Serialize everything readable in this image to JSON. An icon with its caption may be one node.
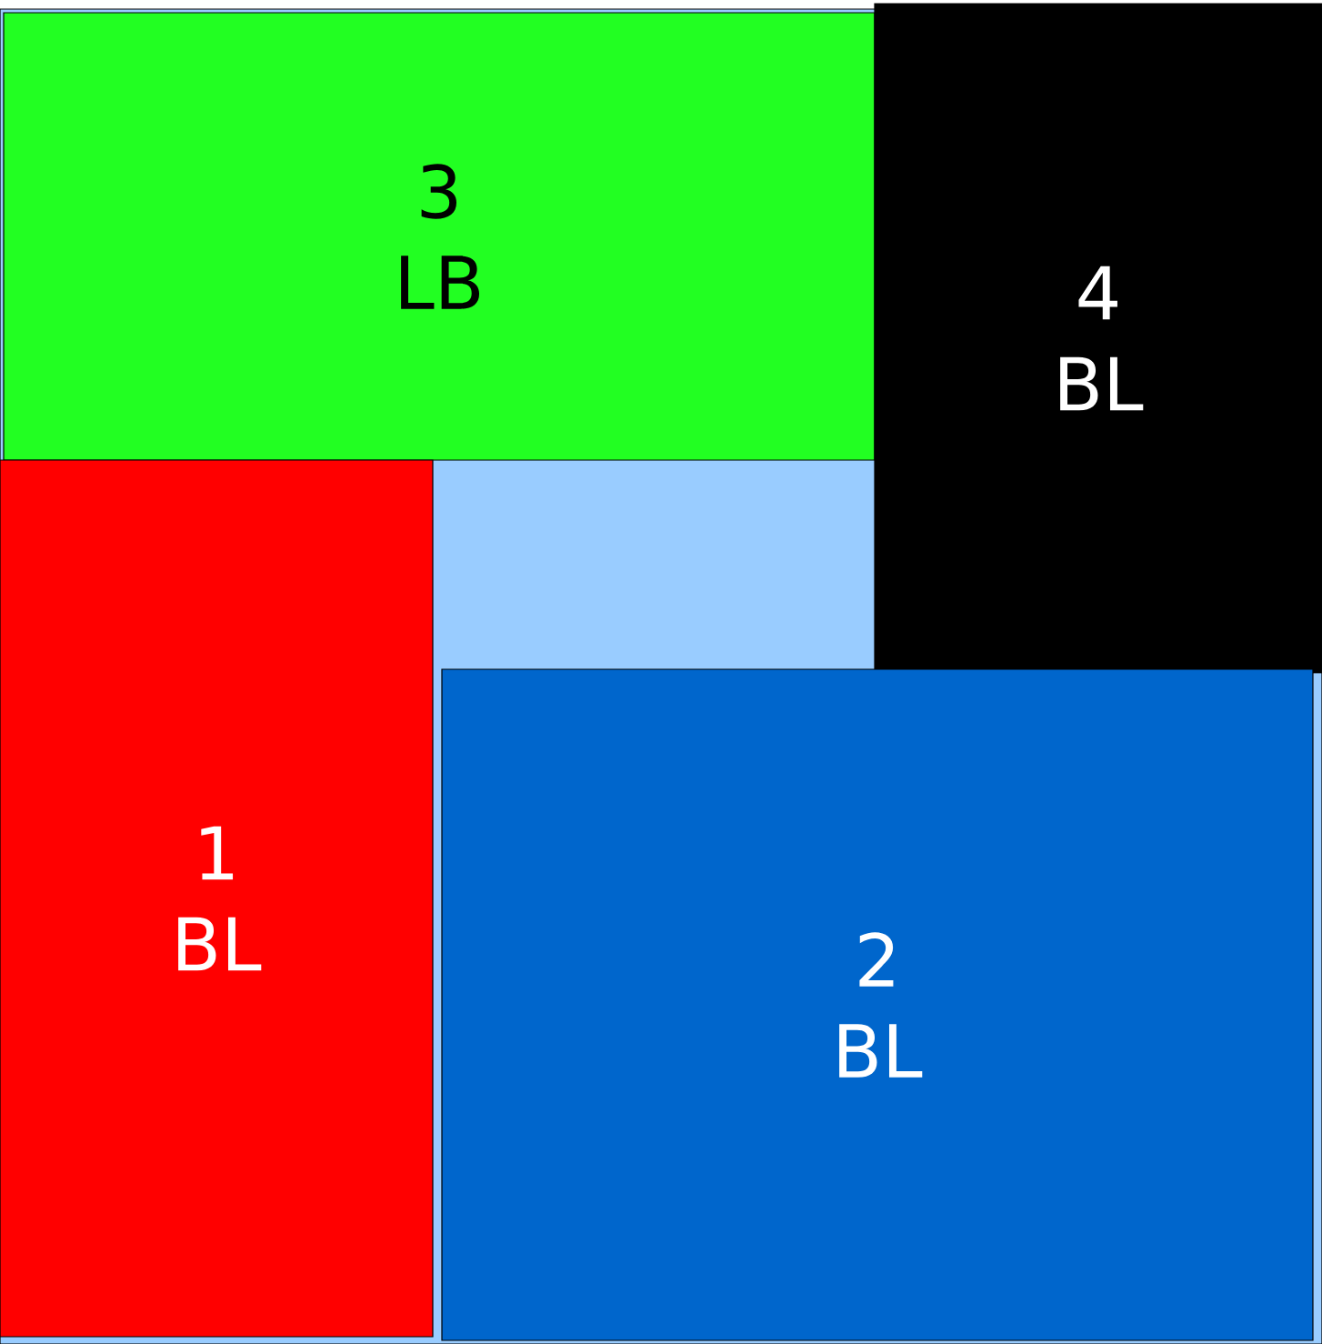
{
  "diagram": {
    "nodes": [
      {
        "text": [],
        "shape": "box"
      },
      {
        "text": [
          "3",
          "LB"
        ],
        "in": 0
      },
      {
        "text": [
          "4",
          "BL"
        ],
        "in": 0
      },
      {
        "text": [
          "1",
          "BL"
        ],
        "in": 0
      },
      {
        "text": [
          "2",
          "BL"
        ],
        "in": 0
      }
    ]
  }
}
